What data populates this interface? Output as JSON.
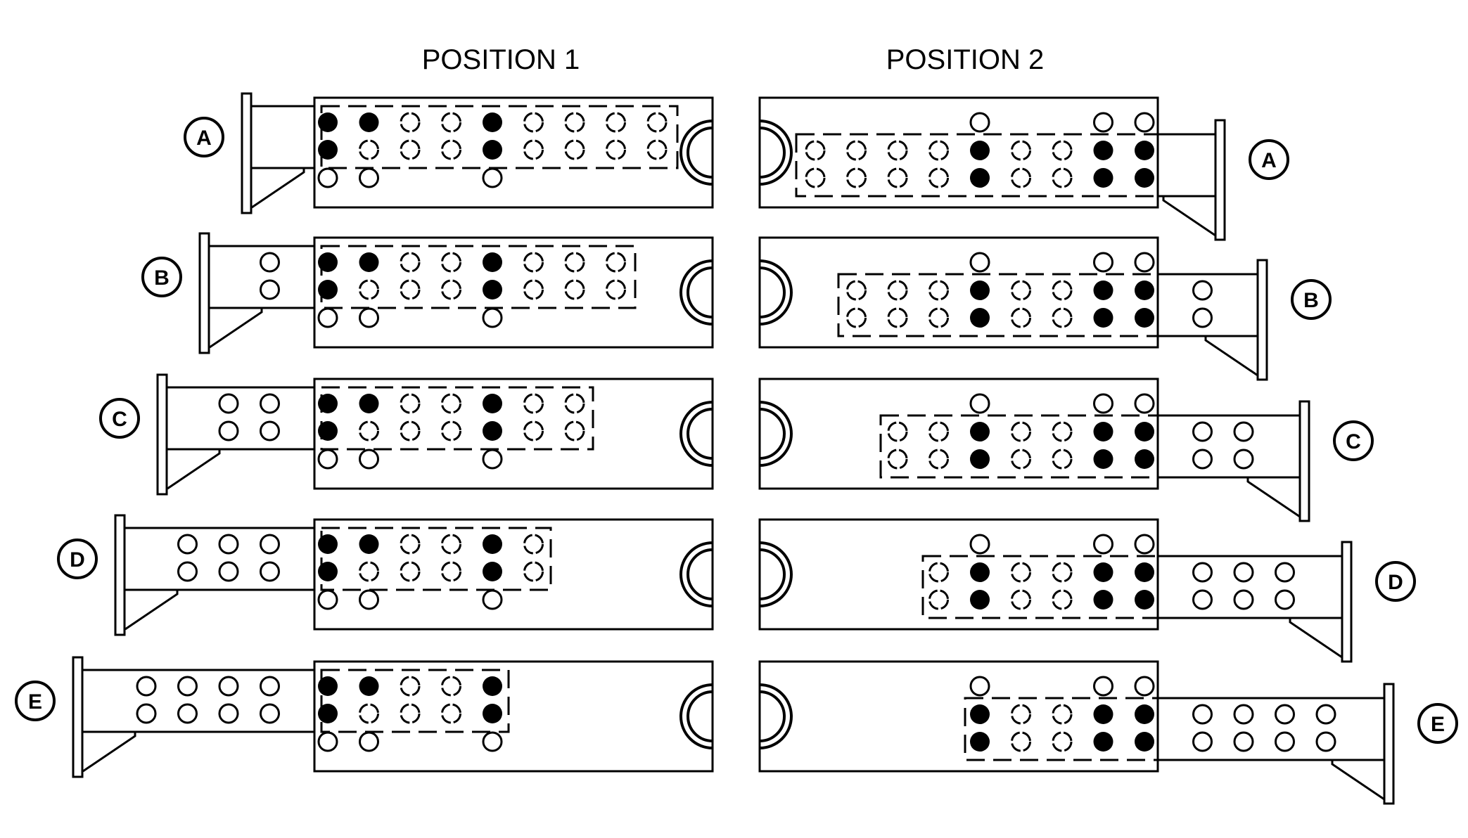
{
  "headings": {
    "position1": "POSITION 1",
    "position2": "POSITION 2"
  },
  "colors": {
    "ink": "#000000",
    "paper": "#ffffff"
  },
  "legend": {
    "filled": "solid black hole",
    "open": "open hole",
    "broken": "dashed-outline hole"
  },
  "rows": [
    {
      "label": "A",
      "p1_ext": 0,
      "p2_ext": 0
    },
    {
      "label": "B",
      "p1_ext": 1,
      "p2_ext": 1
    },
    {
      "label": "C",
      "p1_ext": 2,
      "p2_ext": 2
    },
    {
      "label": "D",
      "p1_ext": 3,
      "p2_ext": 3
    },
    {
      "label": "E",
      "p1_ext": 4,
      "p2_ext": 4
    }
  ]
}
